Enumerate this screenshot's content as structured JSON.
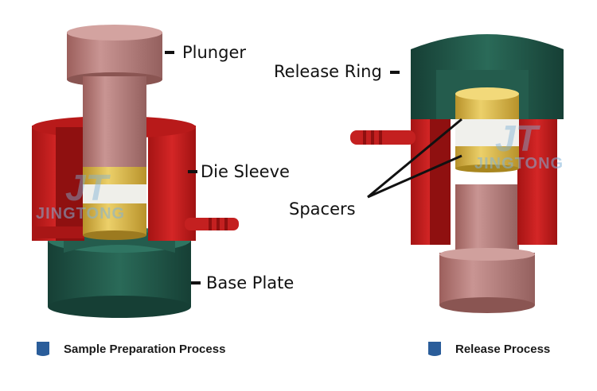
{
  "left_assembly": {
    "labels": {
      "plunger": "Plunger",
      "die_sleeve": "Die Sleeve",
      "base_plate": "Base Plate"
    },
    "caption": "Sample Preparation Process"
  },
  "right_assembly": {
    "labels": {
      "release_ring": "Release Ring",
      "spacers": "Spacers"
    },
    "caption": "Release Process"
  },
  "watermark": {
    "logo_letters": "JT",
    "brand": "JINGTONG"
  },
  "colors": {
    "red": "#c41e1e",
    "dark_red": "#8f1010",
    "teal": "#1f5a4a",
    "rose": "#b87b78",
    "gold": "#d9b640",
    "white_spacer": "#f0f0ec",
    "caption_icon": "#2a5d9a"
  }
}
